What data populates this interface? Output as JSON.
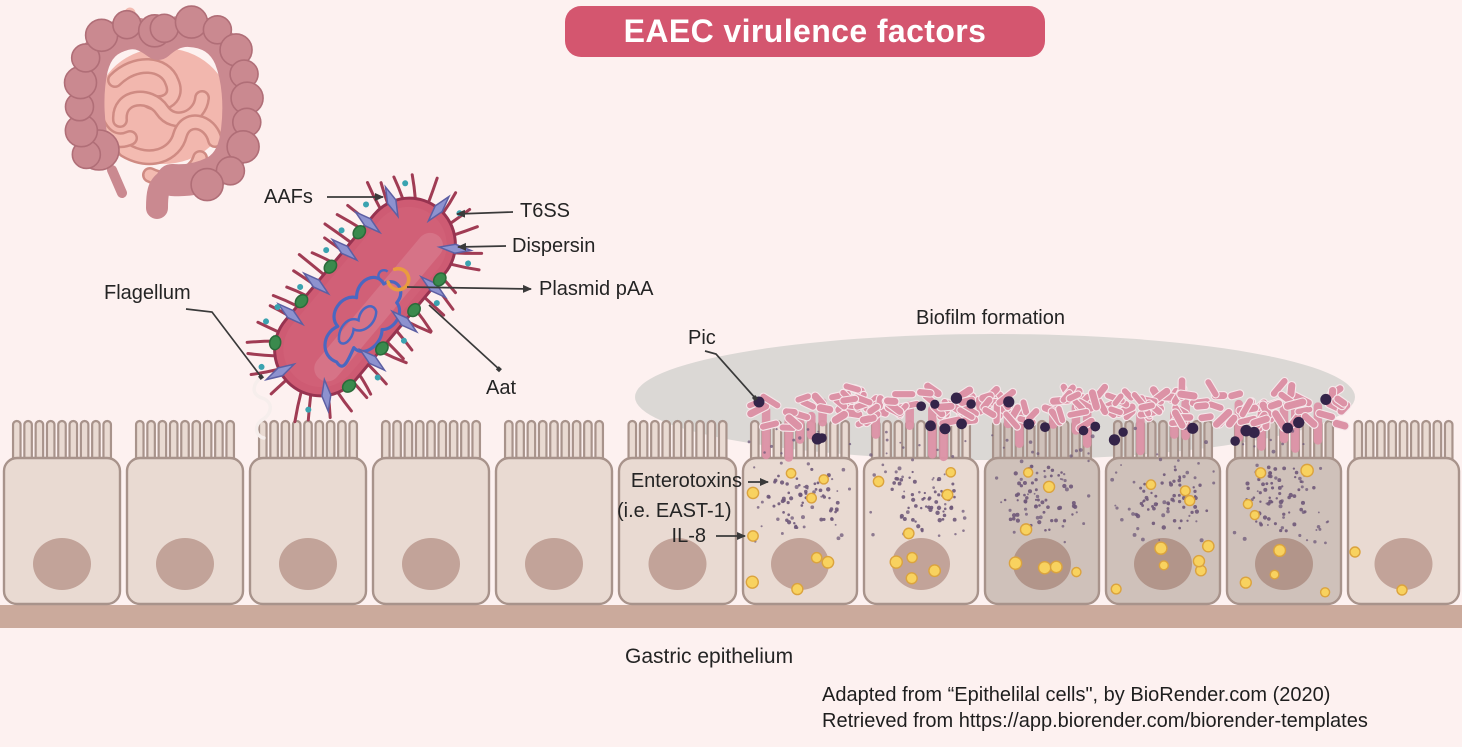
{
  "title": {
    "text": "EAEC virulence factors"
  },
  "labels": {
    "aafs": "AAFs",
    "t6ss": "T6SS",
    "dispersin": "Dispersin",
    "plasmid": "Plasmid pAA",
    "aat": "Aat",
    "flagellum": "Flagellum",
    "pic": "Pic",
    "biofilm": "Biofilm formation",
    "enterotoxins_line1": "Enterotoxins",
    "enterotoxins_line2": "(i.e. EAST-1)",
    "il8": "IL-8",
    "gastric_epithelium": "Gastric epithelium"
  },
  "attribution": {
    "line1": "Adapted from “Epithelilal cells\", by BioRender.com (2020)",
    "line2": "Retrieved from https://app.biorender.com/biorender-templates"
  },
  "colors": {
    "background": "#fdf1f0",
    "title_bg": "#d4566f",
    "title_fg": "#ffffff",
    "leader": "#3a3a3a",
    "cell_fill": "#e9dad2",
    "cell_dark": "#cfc1ba",
    "cell_edge": "#a8938b",
    "nucleus": "#c2a399",
    "nucleus_dark": "#b2958a",
    "membrane": "#cbaa9c",
    "biofilm_grey": "#dbd8d5",
    "bacteria_pink": "#dc92a6",
    "rod_gap": "#f5e7ea",
    "pic_purple": "#342449",
    "enterotoxin_purple": "#6e5879",
    "il8_yellow": "#f8d25f",
    "il8_edge": "#dba33e",
    "bacterium_body": "#ce5b73",
    "bacterium_edge": "#973350",
    "bacterium_light": "#d7697f",
    "fimbriae": "#a03c54",
    "aaf_lavender": "#8d92cf",
    "aaf_edge": "#5d5fa3",
    "green_blob": "#3a8a4d",
    "green_edge": "#2a6b3a",
    "teal_dot": "#3aa3b0",
    "chromosome_blue": "#4b67c0",
    "plasmid_orange": "#e99b40",
    "flagellum_white": "#f6eeec",
    "intestine_outer": "#ca8990",
    "intestine_edge": "#b06e77",
    "intestine_inner": "#f2b7ae",
    "intestine_coil": "#f3bbb1",
    "intestine_coil_edge": "#cf8b83"
  }
}
